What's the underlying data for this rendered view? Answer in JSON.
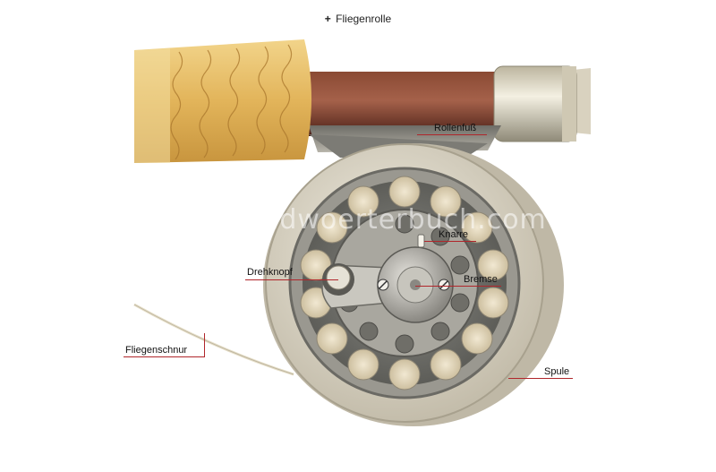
{
  "title": "Fliegenrolle",
  "title_prefix": "+",
  "watermark": "www.bildwoerterbuch.com",
  "labels": {
    "rollenfuss": "Rollenfuß",
    "knarre": "Knarre",
    "drehknopf": "Drehknopf",
    "bremse": "Bremse",
    "fliegenschnur": "Fliegenschnur",
    "spule": "Spule"
  },
  "colors": {
    "cork": "#e3b85c",
    "rod": "#6e3525",
    "reel_frame": "#d8d2c4",
    "leader_line": "#b0262b"
  }
}
